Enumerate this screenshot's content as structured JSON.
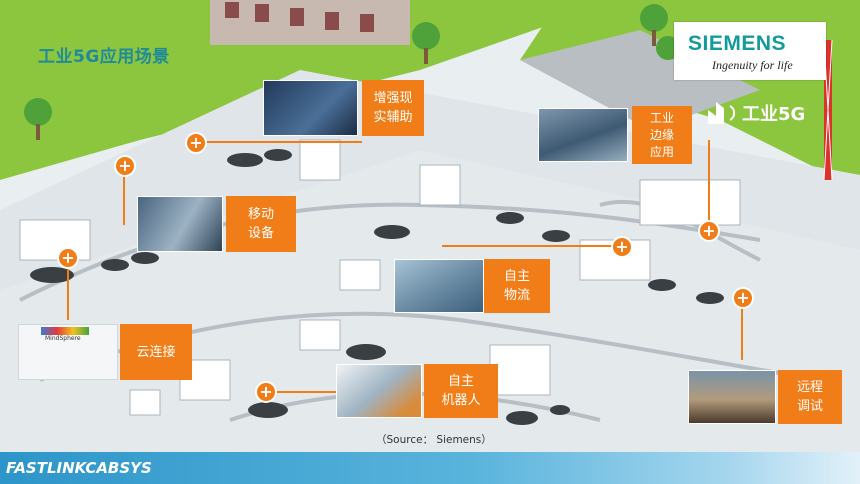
{
  "title": "工业5G应用场景",
  "brand": {
    "name": "SIEMENS",
    "tagline": "Ingenuity for life",
    "colors": {
      "teal": "#159a9c",
      "orange": "#f07d18",
      "green": "#8cc63f"
    }
  },
  "badge_5g": {
    "text": "工业5G",
    "icon": "5g-signal-icon"
  },
  "scenarios": [
    {
      "id": "ar",
      "label": "增强现\n实辅助"
    },
    {
      "id": "edge",
      "label": "工业\n边缘\n应用"
    },
    {
      "id": "mobile",
      "label": "移动\n设备"
    },
    {
      "id": "logistics",
      "label": "自主\n物流"
    },
    {
      "id": "cloud",
      "label": "云连接"
    },
    {
      "id": "robot",
      "label": "自主\n机器人"
    },
    {
      "id": "remote",
      "label": "远程\n调试"
    }
  ],
  "cloud_caption": "MindSphere",
  "source": "（Source：  Siemens）",
  "footer": "FASTLINKCABSYS"
}
